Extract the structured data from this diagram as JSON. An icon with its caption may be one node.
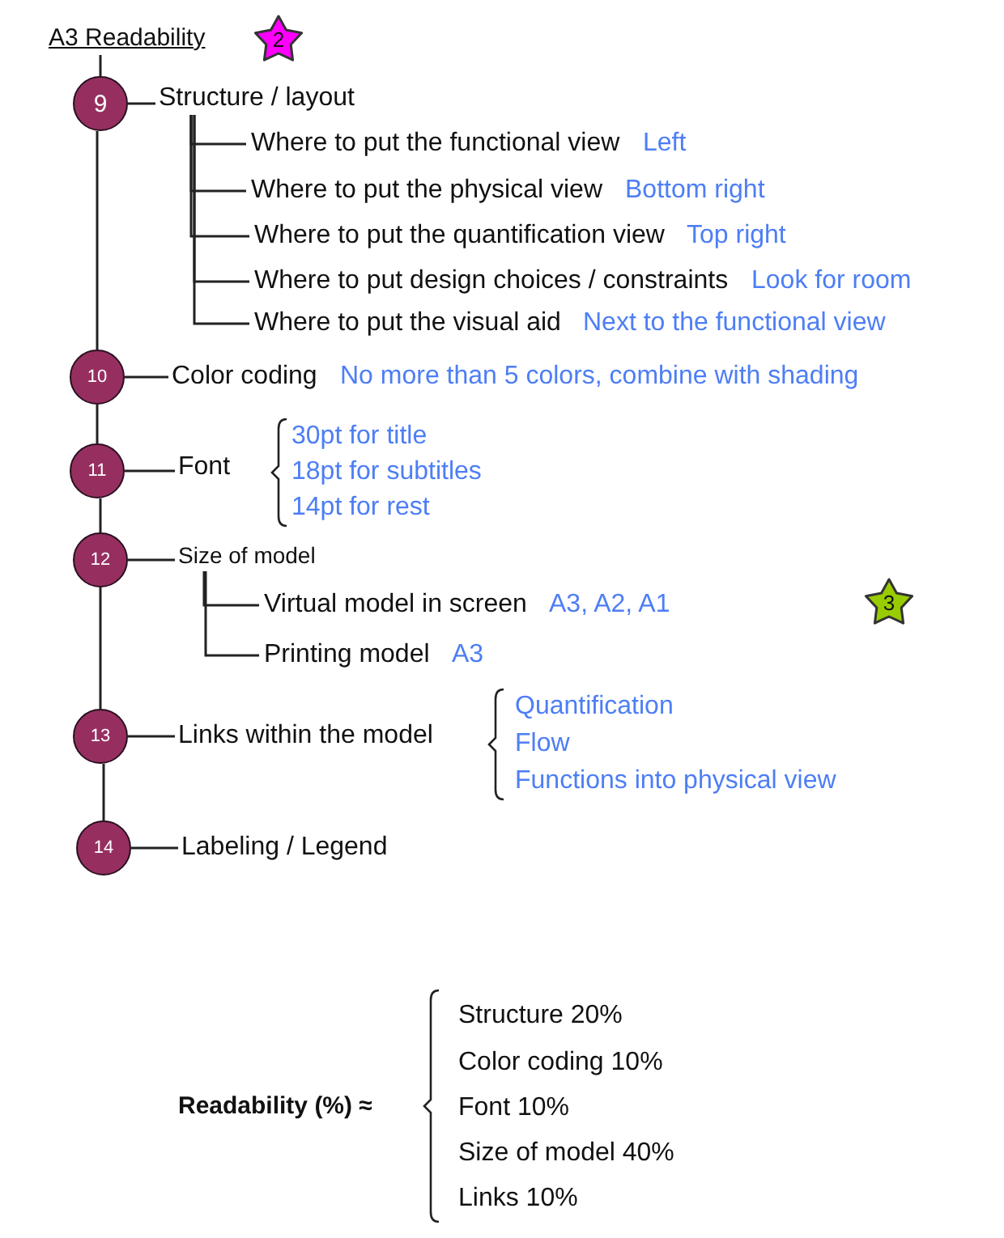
{
  "diagram": {
    "nodes": [
      {
        "text": [
          "A3 Readability"
        ]
      },
      {
        "text": [
          "2"
        ]
      },
      {
        "text": [
          "9"
        ]
      },
      {
        "text": [
          "Structure / layout"
        ]
      },
      {
        "text": [
          "Where to put the functional view"
        ],
        "beside": [
          "Left"
        ]
      },
      {
        "text": [
          "Where to put the physical view"
        ],
        "beside": [
          "Bottom right"
        ]
      },
      {
        "text": [
          "Where to put the quantification view"
        ],
        "beside": [
          "Top right"
        ]
      },
      {
        "text": [
          "Where to put design choices / constraints"
        ],
        "beside": [
          "Look for room"
        ]
      },
      {
        "text": [
          "Where to put the visual aid"
        ],
        "beside": [
          "Next to the functional view"
        ]
      },
      {
        "text": [
          "10"
        ]
      },
      {
        "text": [
          "Color coding"
        ],
        "beside": [
          "No more than 5 colors, combine with shading"
        ]
      },
      {
        "text": [
          "11"
        ]
      },
      {
        "text": [
          "Font"
        ],
        "beside": [
          "30pt for title",
          "18pt for subtitles",
          "14pt for rest"
        ]
      },
      {
        "text": [
          "12"
        ]
      },
      {
        "text": [
          "Size of model"
        ]
      },
      {
        "text": [
          "Virtual model in screen"
        ],
        "beside": [
          "A3, A2, A1"
        ]
      },
      {
        "text": [
          "Printing model"
        ],
        "beside": [
          "A3"
        ]
      },
      {
        "text": [
          "3"
        ]
      },
      {
        "text": [
          "13"
        ]
      },
      {
        "text": [
          "Links within the model"
        ],
        "beside": [
          "Quantification",
          "Flow",
          "Functions into physical view"
        ]
      },
      {
        "text": [
          "14"
        ]
      },
      {
        "text": [
          "Labeling / Legend"
        ]
      }
    ],
    "edges": [
      {
        "from": 0,
        "to": 2,
        "arrow": "none"
      },
      {
        "from": 2,
        "to": 3,
        "arrow": "none"
      },
      {
        "from": 3,
        "to": 4,
        "arrow": "none"
      },
      {
        "from": 3,
        "to": 5,
        "arrow": "none"
      },
      {
        "from": 3,
        "to": 6,
        "arrow": "none"
      },
      {
        "from": 3,
        "to": 7,
        "arrow": "none"
      },
      {
        "from": 3,
        "to": 8,
        "arrow": "none"
      },
      {
        "from": 2,
        "to": 9,
        "arrow": "none"
      },
      {
        "from": 9,
        "to": 10,
        "arrow": "none"
      },
      {
        "from": 9,
        "to": 11,
        "arrow": "none"
      },
      {
        "from": 11,
        "to": 12,
        "arrow": "none"
      },
      {
        "from": 11,
        "to": 13,
        "arrow": "none"
      },
      {
        "from": 13,
        "to": 14,
        "arrow": "none"
      },
      {
        "from": 14,
        "to": 15,
        "arrow": "none"
      },
      {
        "from": 14,
        "to": 16,
        "arrow": "none"
      },
      {
        "from": 13,
        "to": 18,
        "arrow": "none"
      },
      {
        "from": 18,
        "to": 19,
        "arrow": "none"
      },
      {
        "from": 18,
        "to": 20,
        "arrow": "none"
      },
      {
        "from": 20,
        "to": 21,
        "arrow": "none"
      }
    ],
    "labels": [
      "Readability (%) ≈",
      "Structure 20%",
      "Color coding 10%",
      "Font 10%",
      "Size of model 40%",
      "Links 10%"
    ]
  }
}
